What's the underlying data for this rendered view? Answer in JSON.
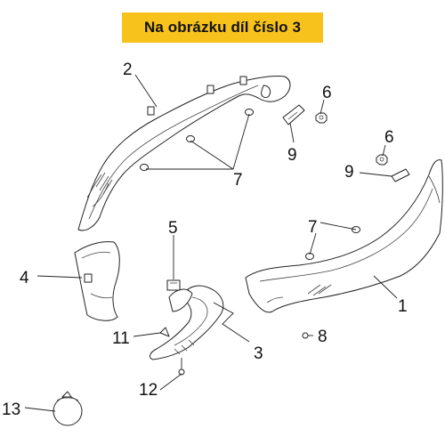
{
  "banner": {
    "text": "Na obrázku díl číslo 3",
    "color": "#f7c21b"
  },
  "labels": [
    "1",
    "2",
    "3",
    "4",
    "5",
    "6",
    "6",
    "7",
    "7",
    "8",
    "9",
    "9",
    "11",
    "12",
    "13"
  ]
}
